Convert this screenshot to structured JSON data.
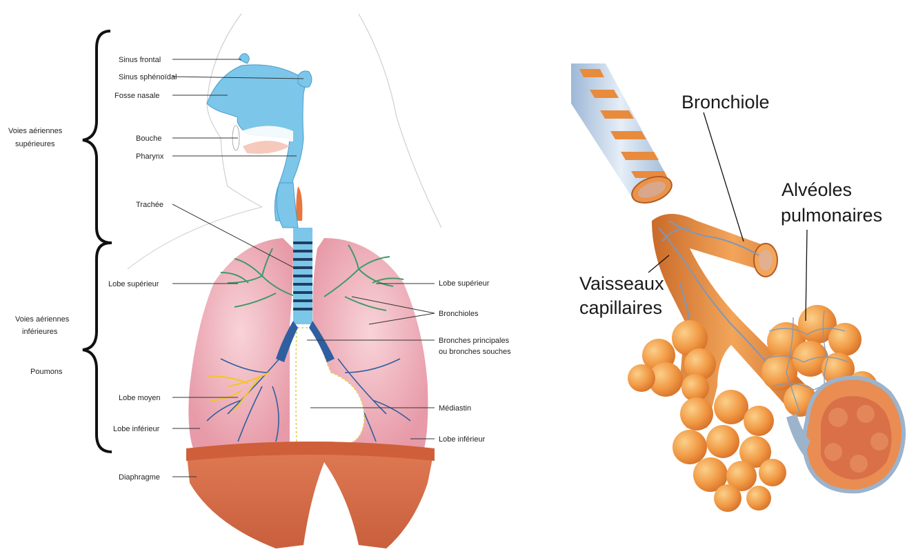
{
  "left_diagram": {
    "groups": {
      "upper_line1": "Voies aériennes",
      "upper_line2": "supérieures",
      "lower_line1": "Voies aériennes",
      "lower_line2": "inférieures",
      "lungs": "Poumons"
    },
    "labels": {
      "sinus_frontal": "Sinus frontal",
      "sinus_sphenoidal": "Sinus sphénoïdal",
      "fosse_nasale": "Fosse nasale",
      "bouche": "Bouche",
      "pharynx": "Pharynx",
      "trachee": "Trachée",
      "lobe_sup_left": "Lobe supérieur",
      "lobe_moyen": "Lobe moyen",
      "lobe_inf_left": "Lobe inférieur",
      "diaphragme": "Diaphragme",
      "lobe_sup_right": "Lobe supérieur",
      "bronchioles": "Bronchioles",
      "bronches_line1": "Bronches principales",
      "bronches_line2": "ou bronches souches",
      "mediastin": "Médiastin",
      "lobe_inf_right": "Lobe inférieur"
    }
  },
  "right_diagram": {
    "labels": {
      "bronchiole": "Bronchiole",
      "alveoles_line1": "Alvéoles",
      "alveoles_line2": "pulmonaires",
      "vaisseaux_line1": "Vaisseaux",
      "vaisseaux_line2": "capillaires"
    }
  },
  "colors": {
    "airway_blue": "#7cc6ea",
    "lung_pink": "#f0b6bf",
    "bronchi_green": "#3f9a6a",
    "bronchi_blue": "#2f5fa0",
    "bronchi_yellow": "#f2c62c",
    "diaphragm": "#de7a55",
    "alveoli_orange": "#f1a04d",
    "capillary_blue": "#7d98b8"
  }
}
